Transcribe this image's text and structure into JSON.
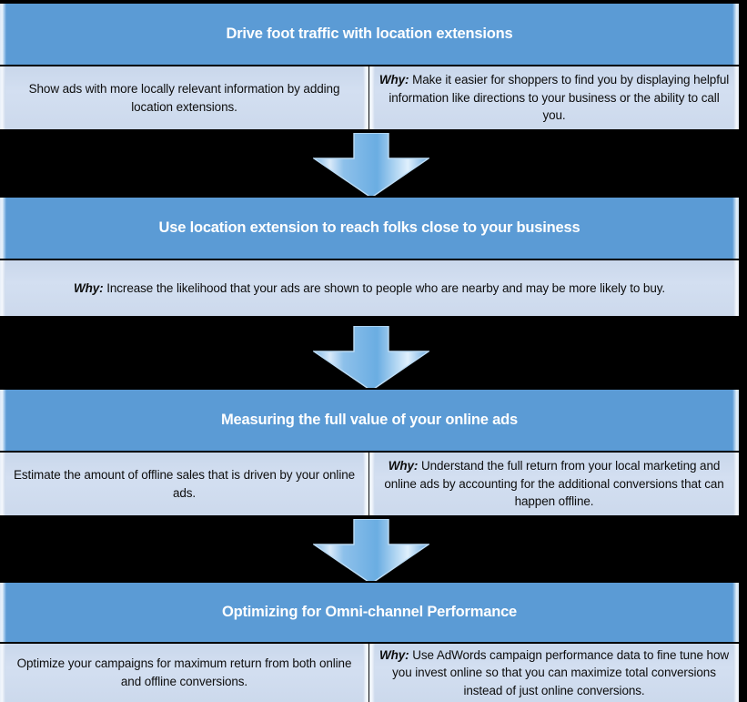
{
  "diagram": {
    "title_order": [
      "step1",
      "step2",
      "step3",
      "step4"
    ],
    "colors": {
      "header_fill": "#5B9BD5",
      "body_fill": "#CCD9EC",
      "background": "#000000",
      "header_text": "#FFFFFF",
      "body_text": "#0D0D0D",
      "arrow_fill": "#6FAEE0"
    },
    "why_label": "Why:",
    "steps": [
      {
        "id": "step1",
        "title": "Drive foot traffic with location extensions",
        "left_cell": "Show ads with more locally relevant information by adding location extensions.",
        "right_cell": " Make it easier for shoppers to find you by displaying helpful information like directions to your business or the ability to call you.",
        "layout": "two-column"
      },
      {
        "id": "step2",
        "title": "Use location extension to reach folks close to your business",
        "full_cell": " Increase the likelihood that your ads are shown to people who are nearby and may be more likely to buy.",
        "layout": "single-column"
      },
      {
        "id": "step3",
        "title": "Measuring the full value of your online ads",
        "left_cell": "Estimate the amount of offline sales that is driven by your online ads.",
        "right_cell": " Understand the full return from your local marketing and online ads by accounting for the additional conversions that can happen offline.",
        "layout": "two-column"
      },
      {
        "id": "step4",
        "title": "Optimizing for Omni-channel Performance",
        "left_cell": "Optimize your campaigns for maximum return from both online and offline conversions.",
        "right_cell": " Use AdWords campaign performance data to fine tune how you invest online so that you can maximize total conversions instead of just online conversions.",
        "layout": "two-column"
      }
    ],
    "connectors": [
      {
        "id": "arrow-1",
        "direction": "down",
        "from": "step1",
        "to": "step2"
      },
      {
        "id": "arrow-2",
        "direction": "down",
        "from": "step2",
        "to": "step3"
      },
      {
        "id": "arrow-3",
        "direction": "down",
        "from": "step3",
        "to": "step4"
      }
    ]
  }
}
